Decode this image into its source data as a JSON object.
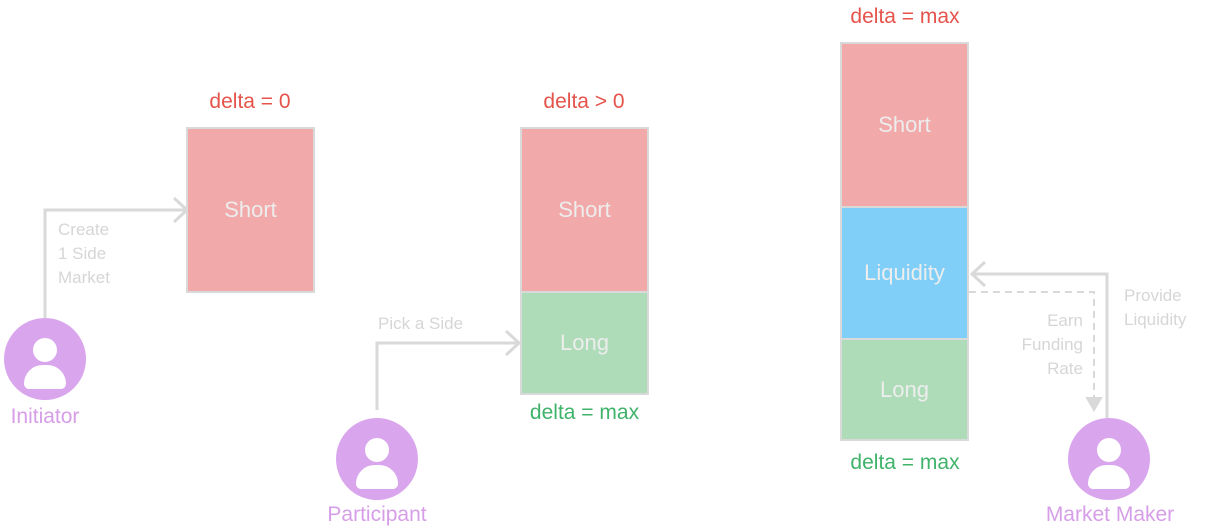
{
  "colors": {
    "short": "#f2a9a9",
    "long": "#aedcb8",
    "liquidity": "#7fcff9",
    "actor": "#d9a6ee",
    "delta_red": "#e5534b",
    "delta_green": "#3fb36a",
    "connector": "#d9d9d9"
  },
  "stage1": {
    "delta_top": "delta = 0",
    "short_label": "Short",
    "note_lines": [
      "Create",
      "1 Side",
      "Market"
    ],
    "actor": "Initiator"
  },
  "stage2": {
    "delta_top": "delta > 0",
    "short_label": "Short",
    "long_label": "Long",
    "delta_bottom": "delta = max",
    "note": "Pick a Side",
    "actor": "Participant"
  },
  "stage3": {
    "delta_top": "delta = max",
    "short_label": "Short",
    "liquidity_label": "Liquidity",
    "long_label": "Long",
    "delta_bottom": "delta = max",
    "note_provide": [
      "Provide",
      "Liquidity"
    ],
    "note_earn": [
      "Earn",
      "Funding",
      "Rate"
    ],
    "actor": "Market Maker"
  }
}
